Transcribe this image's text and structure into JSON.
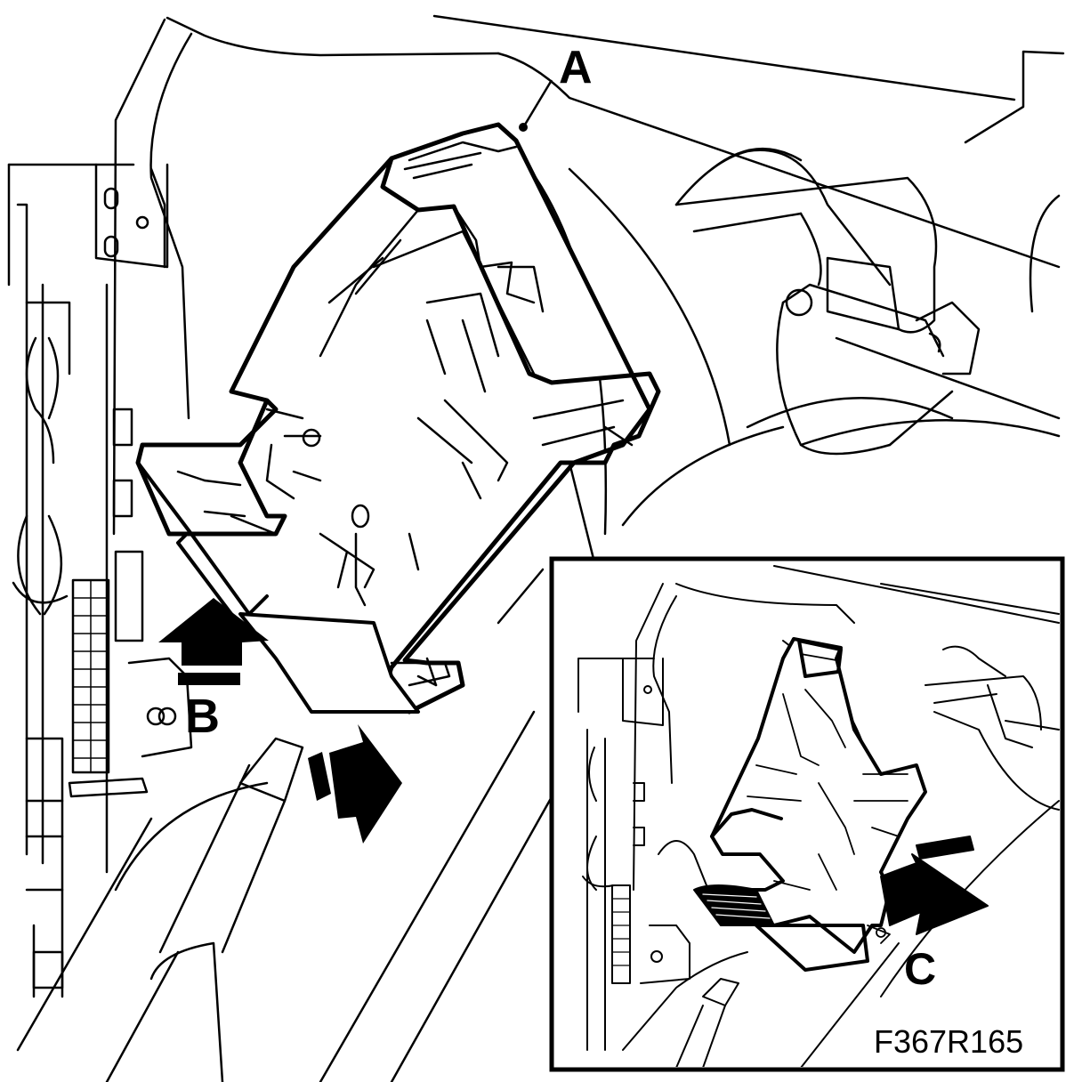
{
  "callouts": {
    "a": "A",
    "b": "B",
    "c": "C"
  },
  "figure_code": "F367R165",
  "colors": {
    "line": "#000000",
    "paper": "#ffffff"
  }
}
